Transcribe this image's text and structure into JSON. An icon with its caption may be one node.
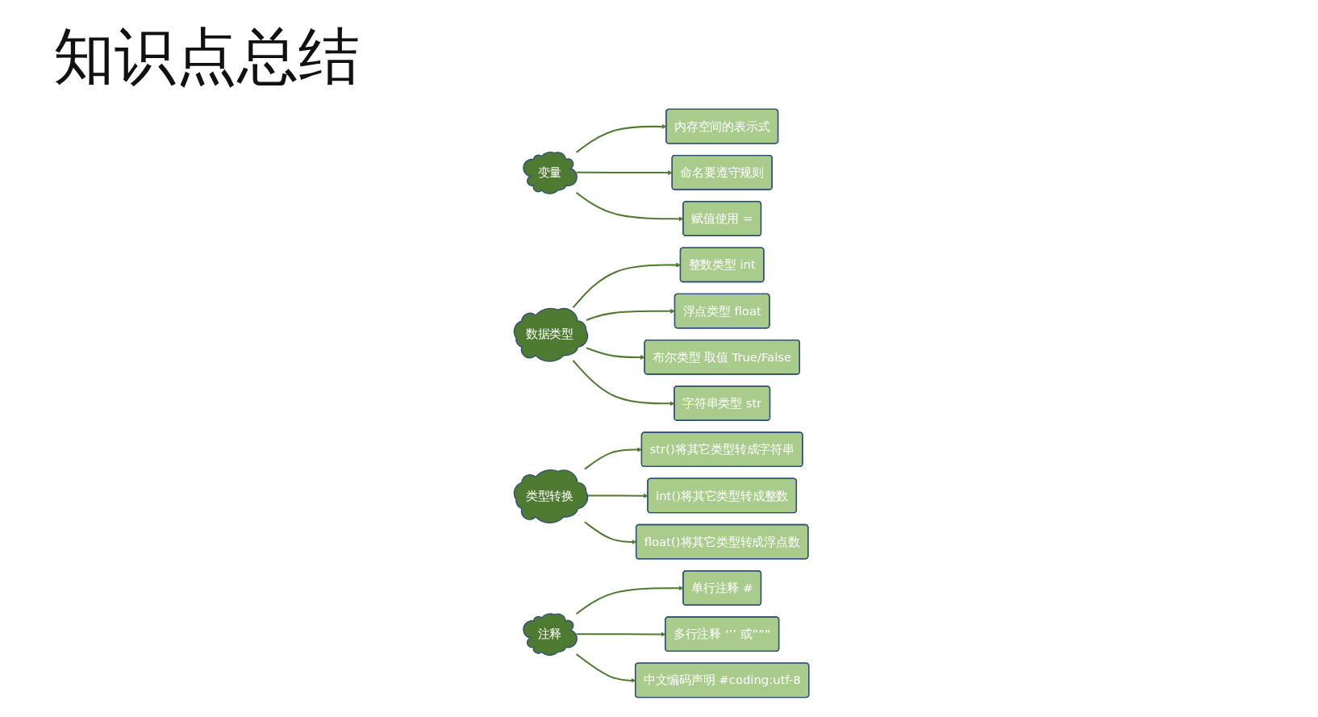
{
  "diagram": {
    "title": "知识点总结",
    "nodes": [
      {
        "text": [
          "变量"
        ]
      },
      {
        "text": [
          "内存空间的表示式"
        ]
      },
      {
        "text": [
          "命名要遵守规则"
        ]
      },
      {
        "text": [
          "赋值使用 ="
        ]
      },
      {
        "text": [
          "数据类型"
        ]
      },
      {
        "text": [
          "整数类型 int"
        ]
      },
      {
        "text": [
          "浮点类型 float"
        ]
      },
      {
        "text": [
          "布尔类型 取值 True/False"
        ]
      },
      {
        "text": [
          "字符串类型 str"
        ]
      },
      {
        "text": [
          "类型转换"
        ]
      },
      {
        "text": [
          "str()将其它类型转成字符串"
        ]
      },
      {
        "text": [
          "int()将其它类型转成整数"
        ]
      },
      {
        "text": [
          "float()将其它类型转成浮点数"
        ]
      },
      {
        "text": [
          "注释"
        ]
      },
      {
        "text": [
          "单行注释 #"
        ]
      },
      {
        "text": [
          "多行注释 ‘’’ 或”””"
        ]
      },
      {
        "text": [
          "中文编码声明 #coding:utf-8"
        ]
      }
    ],
    "edges": [
      {
        "from": 0,
        "to": 1,
        "arrow": "to"
      },
      {
        "from": 0,
        "to": 2,
        "arrow": "to"
      },
      {
        "from": 0,
        "to": 3,
        "arrow": "to"
      },
      {
        "from": 4,
        "to": 5,
        "arrow": "to"
      },
      {
        "from": 4,
        "to": 6,
        "arrow": "to"
      },
      {
        "from": 4,
        "to": 7,
        "arrow": "to"
      },
      {
        "from": 4,
        "to": 8,
        "arrow": "to"
      },
      {
        "from": 9,
        "to": 10,
        "arrow": "to"
      },
      {
        "from": 9,
        "to": 11,
        "arrow": "to"
      },
      {
        "from": 9,
        "to": 12,
        "arrow": "to"
      },
      {
        "from": 13,
        "to": 14,
        "arrow": "to"
      },
      {
        "from": 13,
        "to": 15,
        "arrow": "to"
      },
      {
        "from": 13,
        "to": 16,
        "arrow": "to"
      }
    ]
  }
}
